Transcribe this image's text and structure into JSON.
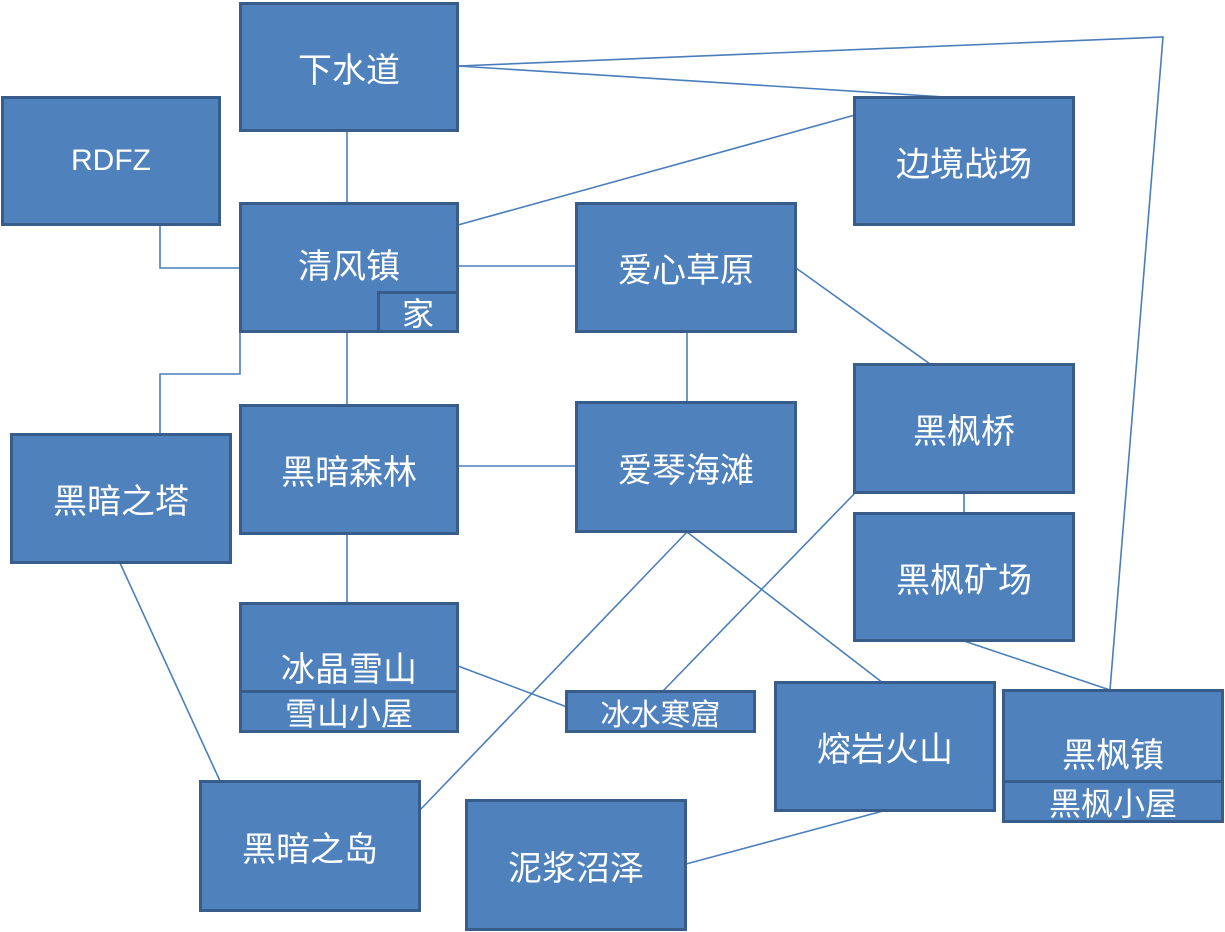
{
  "diagram": {
    "nodes": {
      "sewer": "下水道",
      "rdfz": "RDFZ",
      "border_battlefield": "边境战场",
      "qingfeng_town": "清风镇",
      "home": "家",
      "aixin_grassland": "爱心草原",
      "dark_tower": "黑暗之塔",
      "dark_forest": "黑暗森林",
      "aiqin_beach": "爱琴海滩",
      "black_maple_bridge": "黑枫桥",
      "black_maple_mine": "黑枫矿场",
      "ice_crystal_mountain": "冰晶雪山",
      "snow_mountain_cabin": "雪山小屋",
      "ice_water_cave": "冰水寒窟",
      "lava_volcano": "熔岩火山",
      "black_maple_town": "黑枫镇",
      "black_maple_cabin": "黑枫小屋",
      "dark_island": "黑暗之岛",
      "mud_swamp": "泥浆沼泽"
    },
    "colors": {
      "node_fill": "#4F81BD",
      "node_border": "#385D8A",
      "node_text": "#FFFFFF",
      "connector": "#4A7EBB"
    }
  }
}
